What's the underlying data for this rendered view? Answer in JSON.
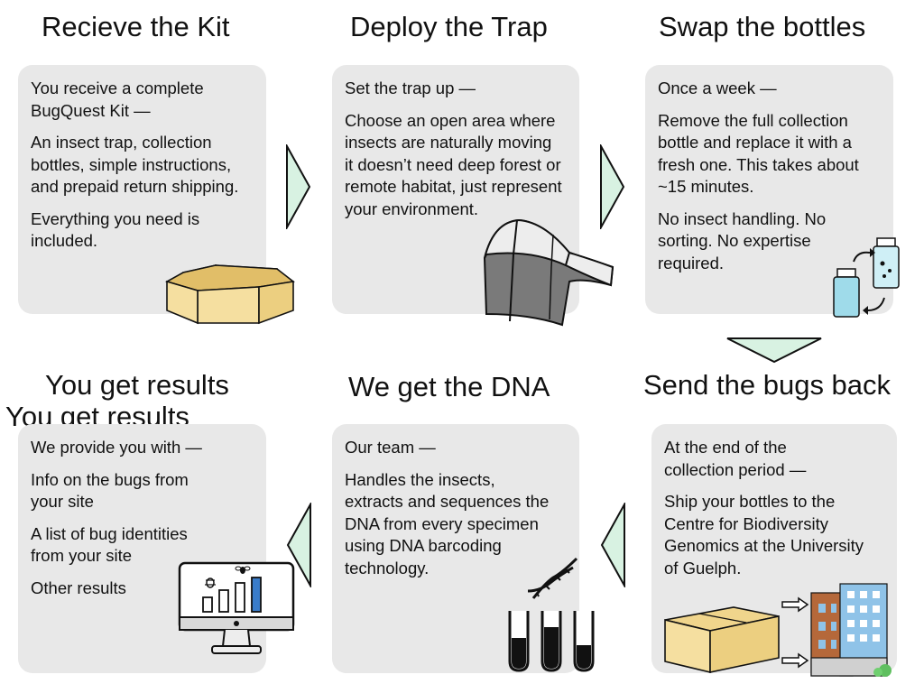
{
  "steps": [
    {
      "title": "Recieve the Kit",
      "paragraphs": [
        "You receive a complete BugQuest Kit —",
        "An insect trap, collection bottles, simple instructions, and prepaid return shipping.",
        "Everything you need is included."
      ],
      "icon": "cardboard-box-icon"
    },
    {
      "title": "Deploy the Trap",
      "paragraphs": [
        "Set the trap up —",
        "Choose an open area where insects are naturally moving  it doesn’t need deep forest or remote habitat, just represent your environment."
      ],
      "icon": "malaise-trap-icon"
    },
    {
      "title": "Swap the bottles",
      "paragraphs": [
        "Once a week —",
        "Remove the full collection bottle and replace it with a fresh one. This takes about ~15 minutes.",
        "No insect handling. No sorting. No expertise required."
      ],
      "icon": "bottle-swap-icon"
    },
    {
      "title": "Send the bugs back",
      "paragraphs": [
        "At the end of the collection period —",
        "Ship your bottles to the Centre for Biodiversity Genomics at the University of Guelph."
      ],
      "icon": "box-to-building-icon"
    },
    {
      "title": "We get the DNA",
      "paragraphs": [
        "Our team —",
        "Handles the insects, extracts and sequences the DNA from every specimen using DNA barcoding technology."
      ],
      "icon": "dna-test-tubes-icon"
    },
    {
      "title": "You get results",
      "title_duplicate": "You get results",
      "paragraphs": [
        "We provide you with —",
        "Info on the bugs from your site",
        "A list of bug identities from your site",
        "Other results"
      ],
      "icon": "computer-bar-chart-icon"
    }
  ],
  "colors": {
    "card": "#e8e8e8",
    "arrow_fill": "#d8f2e2",
    "arrow_stroke": "#111111",
    "box_fill": "#f5dfa0",
    "building_brick": "#b5683a",
    "building_glass": "#8fc3e8",
    "bar_blue": "#3a7cc9"
  }
}
